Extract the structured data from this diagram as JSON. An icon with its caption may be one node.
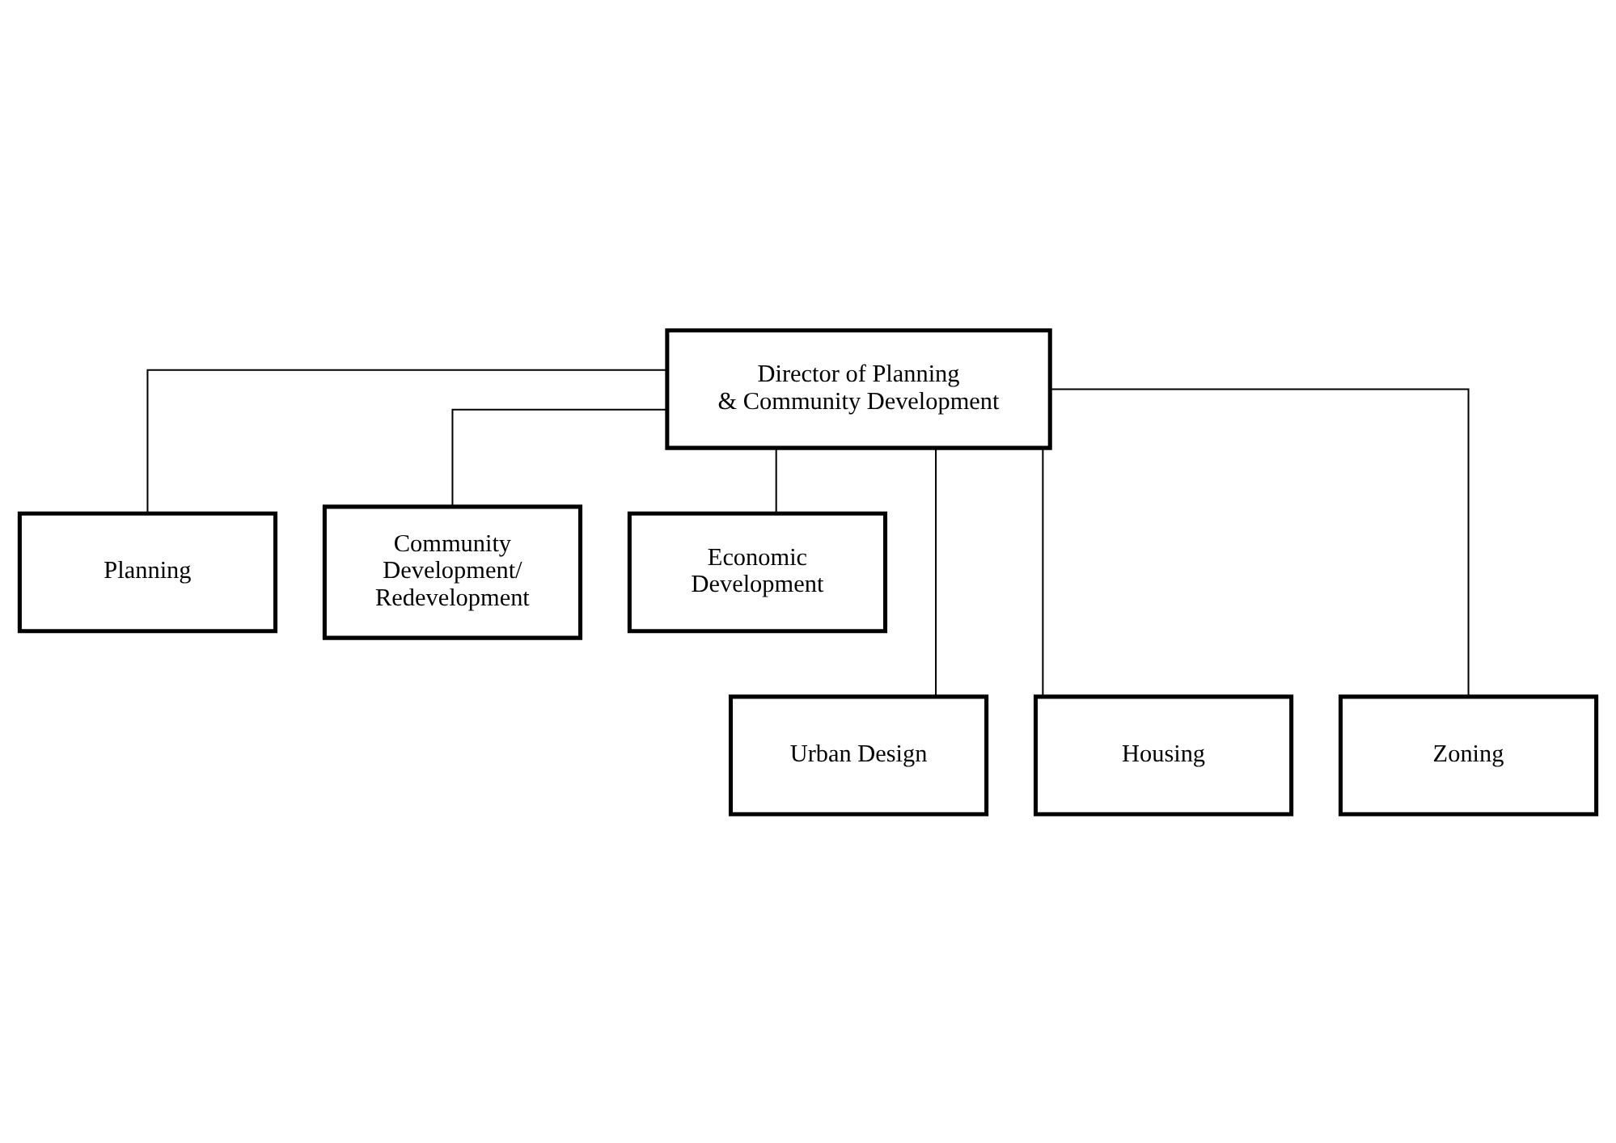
{
  "diagram": {
    "nodes": [
      {
        "text": [
          "Director of Planning & Community Development"
        ]
      },
      {
        "text": [
          "Planning"
        ]
      },
      {
        "text": [
          "Community Development/ Redevelopment"
        ]
      },
      {
        "text": [
          "Economic Development"
        ]
      },
      {
        "text": [
          "Urban Design"
        ]
      },
      {
        "text": [
          "Housing"
        ]
      },
      {
        "text": [
          "Zoning"
        ]
      }
    ],
    "edges": [
      {
        "from": 0,
        "to": 1,
        "arrow": "none"
      },
      {
        "from": 0,
        "to": 2,
        "arrow": "none"
      },
      {
        "from": 0,
        "to": 3,
        "arrow": "none"
      },
      {
        "from": 0,
        "to": 4,
        "arrow": "none"
      },
      {
        "from": 0,
        "to": 5,
        "arrow": "none"
      },
      {
        "from": 0,
        "to": 6,
        "arrow": "none"
      }
    ]
  }
}
